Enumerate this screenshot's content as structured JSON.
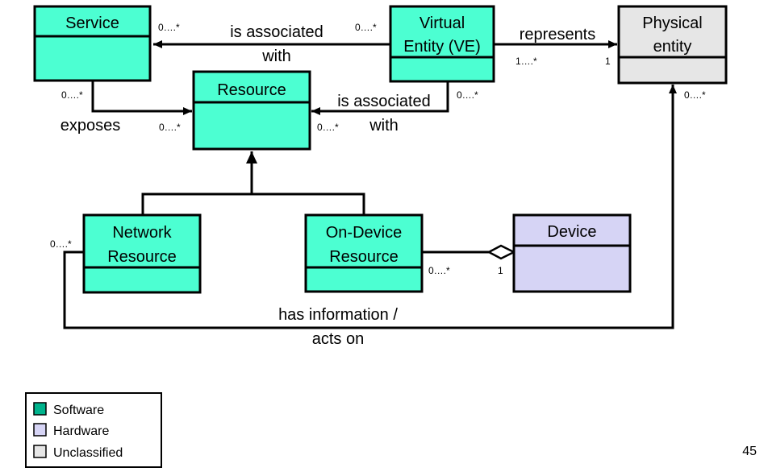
{
  "colors": {
    "software": "#4cffd2",
    "hardware": "#d6d4f5",
    "unclassified": "#e6e6e6",
    "stroke": "#000000"
  },
  "boxes": {
    "service": {
      "line1": "Service",
      "category": "software"
    },
    "virtual_entity": {
      "line1": "Virtual",
      "line2": "Entity (VE)",
      "category": "software"
    },
    "physical_entity": {
      "line1": "Physical",
      "line2": "entity",
      "category": "unclassified"
    },
    "resource": {
      "line1": "Resource",
      "category": "software"
    },
    "network_resource": {
      "line1": "Network",
      "line2": "Resource",
      "category": "software"
    },
    "on_device_resource": {
      "line1": "On-Device",
      "line2": "Resource",
      "category": "software"
    },
    "device": {
      "line1": "Device",
      "category": "hardware"
    }
  },
  "edges": {
    "ve_service": {
      "label_line1": "is associated",
      "label_line2": "with",
      "mult_service": "0….*",
      "mult_ve": "0….*"
    },
    "ve_physical": {
      "label": "represents",
      "mult_ve": "1….*",
      "mult_physical": "1"
    },
    "service_resource": {
      "label": "exposes",
      "mult_service": "0….*",
      "mult_resource": "0….*"
    },
    "ve_resource": {
      "label_line1": "is associated",
      "label_line2": "with",
      "mult_ve": "0….*",
      "mult_resource": "0….*"
    },
    "ondevice_device": {
      "mult_ondevice": "0….*",
      "mult_device": "1"
    },
    "network_physical": {
      "label_line1": "has information /",
      "label_line2": "acts on",
      "mult_network": "0….*",
      "mult_physical": "0….*"
    }
  },
  "legend": {
    "items": [
      {
        "label": "Software",
        "category": "software"
      },
      {
        "label": "Hardware",
        "category": "hardware"
      },
      {
        "label": "Unclassified",
        "category": "unclassified"
      }
    ]
  },
  "page_number": "45"
}
